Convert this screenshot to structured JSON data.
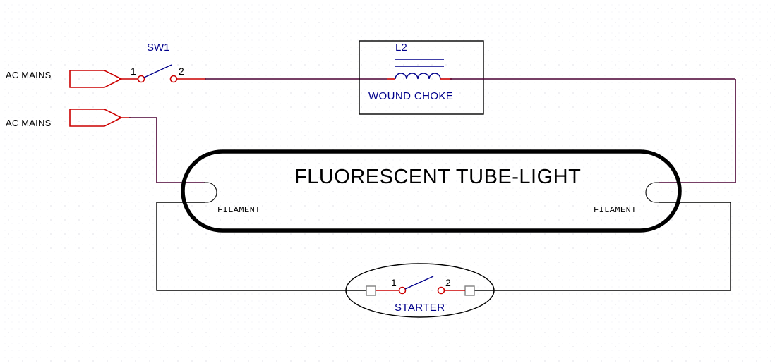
{
  "diagram": {
    "title": "FLUORESCENT TUBE-LIGHT",
    "background": "#ffffff",
    "grid": true,
    "colors": {
      "wire_red": "#cc0000",
      "wire_purple": "#4a0033",
      "wire_black": "#000000",
      "label_blue": "#00008b",
      "tube_outline": "#000000",
      "terminal_gray": "#808080"
    }
  },
  "source": {
    "line_label": "AC MAINS",
    "neutral_label": "AC MAINS"
  },
  "switch": {
    "ref": "SW1",
    "terminal_1": "1",
    "terminal_2": "2"
  },
  "choke": {
    "ref": "L2",
    "name": "WOUND CHOKE"
  },
  "tube": {
    "name": "FLUORESCENT TUBE-LIGHT",
    "filament_left": "FILAMENT",
    "filament_right": "FILAMENT"
  },
  "starter": {
    "name": "STARTER",
    "terminal_1": "1",
    "terminal_2": "2"
  }
}
